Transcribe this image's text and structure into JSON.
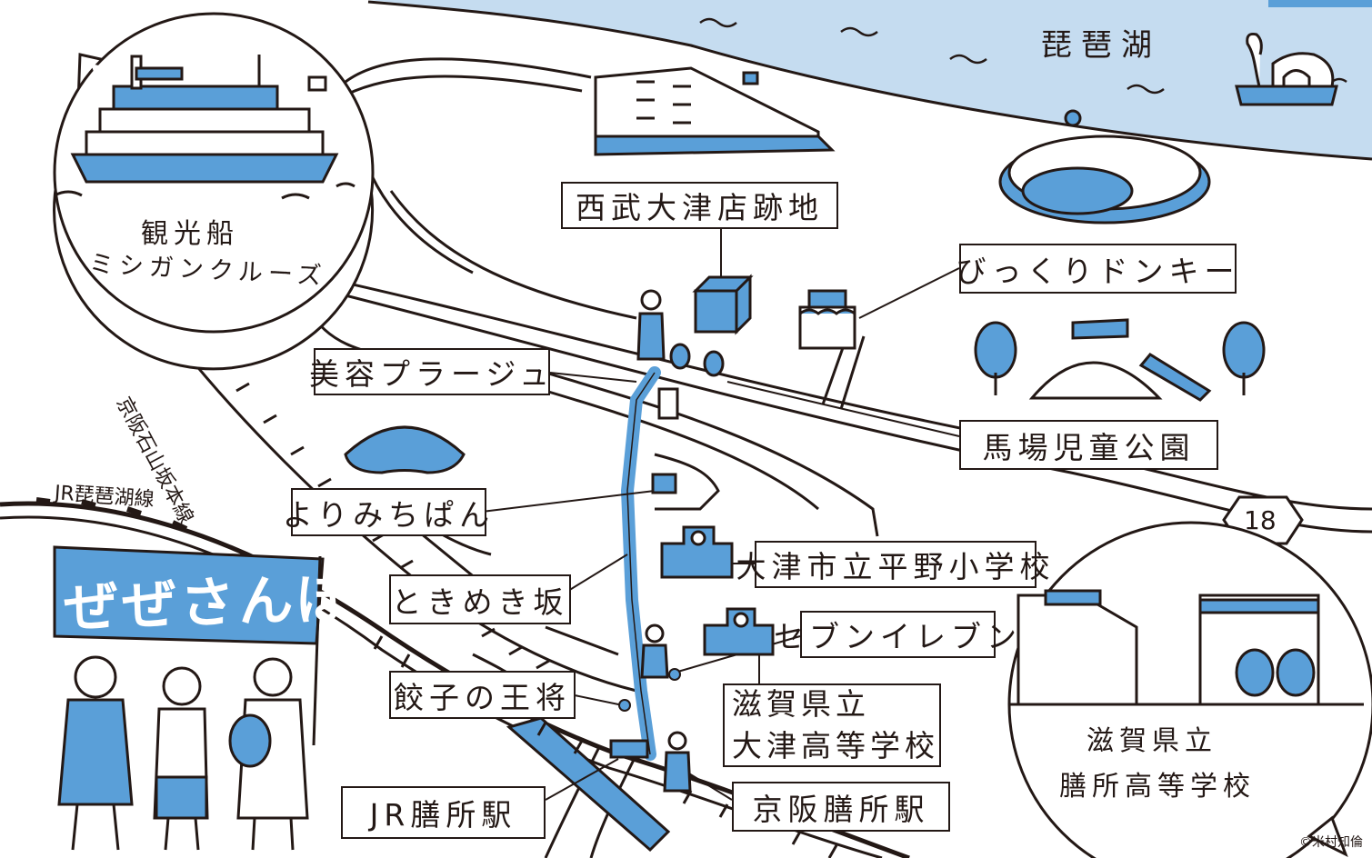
{
  "lake": {
    "name": "琵琶湖"
  },
  "colors": {
    "water": "#c5dcf0",
    "accent": "#5a9fd8",
    "ink": "#231815"
  },
  "bubbles": {
    "cruise": {
      "line1": "観光船",
      "line2": "ミシガンクルーズ"
    },
    "school": {
      "line1": "滋賀県立",
      "line2": "膳所高等学校"
    }
  },
  "rails": {
    "keihan_ishiyama": "京阪石山坂本線",
    "jr_biwako": "JR琵琶湖線"
  },
  "banner": {
    "text": "ぜぜさんぽ"
  },
  "route_number": "18",
  "labels": {
    "seibu": "西武大津店跡地",
    "bikkuri": "びっくりドンキー",
    "biyou": "美容プラージュ",
    "baba": "馬場児童公園",
    "yorimichi": "よりみちぱん",
    "hirano": "大津市立平野小学校",
    "tokimeki": "ときめき坂",
    "seven": "セブンイレブン",
    "shiga_line1": "滋賀県立",
    "shiga_line2": "大津高等学校",
    "gyoza": "餃子の王将",
    "jr_zeze": "JR膳所駅",
    "keihan_zeze": "京阪膳所駅"
  },
  "icons": [
    "cruise-ship-icon",
    "hotel-building-icon",
    "fountain-icon",
    "swan-boat-icon",
    "store-icon",
    "restaurant-icon",
    "playground-icon",
    "tree-icon",
    "bread-icon",
    "school-icon",
    "walker-icon"
  ],
  "credit": "©米村知倫"
}
